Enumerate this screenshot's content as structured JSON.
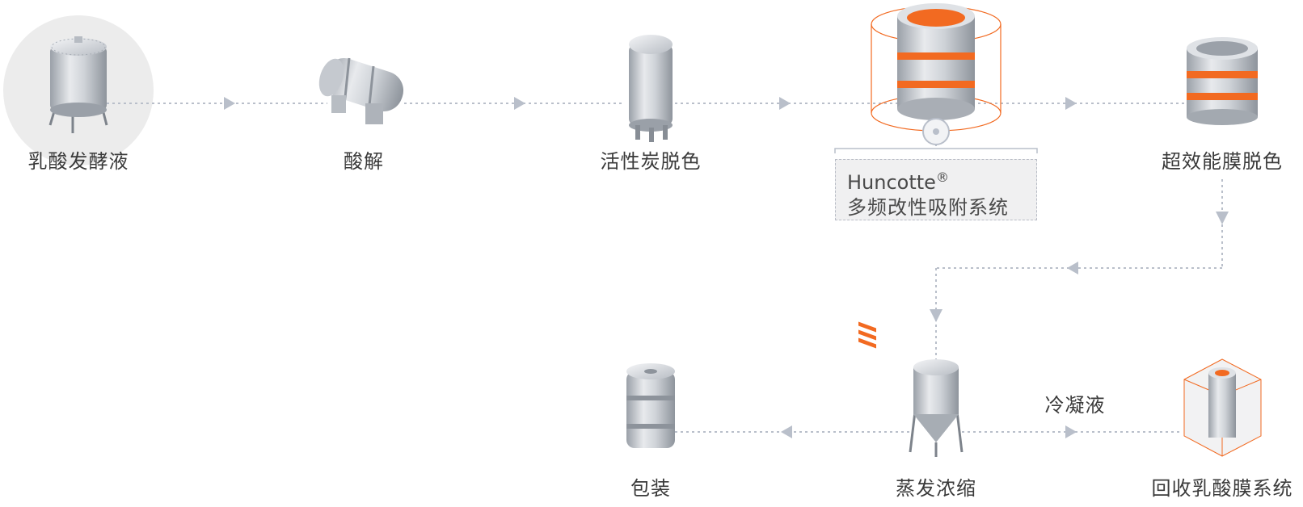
{
  "nodes": {
    "fermentation_broth": "乳酸发酵液",
    "acidolysis": "酸解",
    "activated_carbon": "活性炭脱色",
    "membrane_decolor": "超效能膜脱色",
    "evaporation": "蒸发浓缩",
    "packaging": "包装",
    "recovery": "回收乳酸膜系统"
  },
  "highlight_system": {
    "brand": "Huncotte",
    "trademark": "®",
    "name": "多频改性吸附系统"
  },
  "edge_labels": {
    "condensate": "冷凝液"
  },
  "colors": {
    "accent": "#f26a21",
    "steel": "#c9cdd3",
    "arrow": "#b9bfca",
    "text": "#3a3a3a"
  }
}
